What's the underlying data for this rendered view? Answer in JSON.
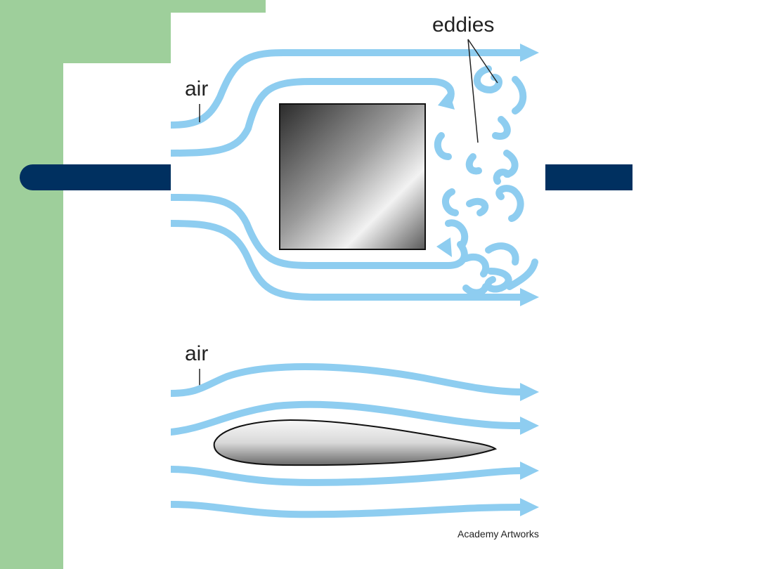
{
  "figure": {
    "labels": {
      "eddies": "eddies",
      "air_top": "air",
      "air_bottom": "air",
      "credit": "Academy Artworks"
    }
  },
  "colors": {
    "green": "#9ecf9b",
    "navy": "#003060",
    "stream": "#8ecdf0"
  }
}
